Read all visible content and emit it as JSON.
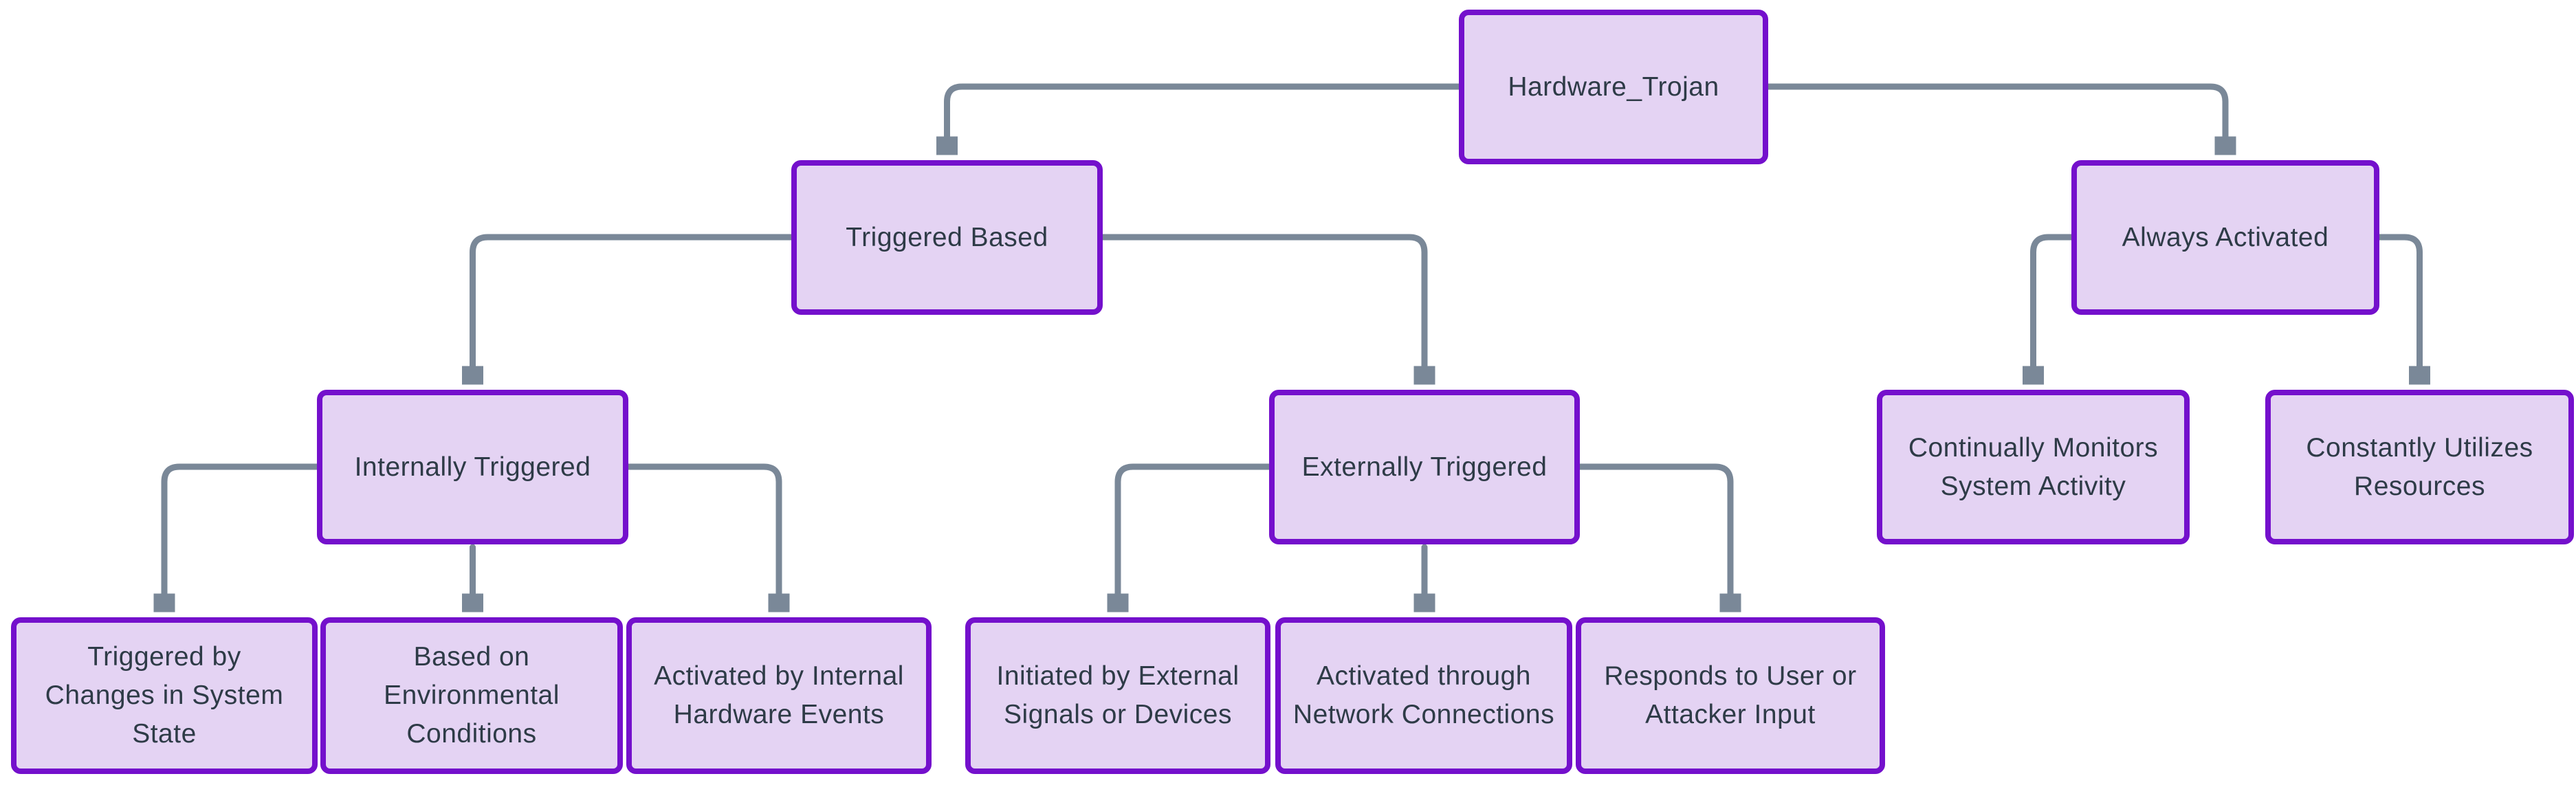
{
  "diagram": {
    "type": "flowchart-top-down",
    "colors": {
      "background": "#ffffff",
      "node_fill": "#e4d3f3",
      "node_border": "#7410cc",
      "edge": "#7a8898",
      "text": "#2e3b47"
    },
    "nodes": {
      "hardware_trojan": {
        "label": "Hardware_Trojan"
      },
      "triggered_based": {
        "label": "Triggered Based"
      },
      "always_activated": {
        "label": "Always Activated"
      },
      "internally_triggered": {
        "label": "Internally Triggered"
      },
      "externally_triggered": {
        "label": "Externally Triggered"
      },
      "continually_monitors": {
        "label": "Continually Monitors\nSystem Activity"
      },
      "constantly_utilizes": {
        "label": "Constantly Utilizes\nResources"
      },
      "triggered_by_changes": {
        "label": "Triggered by\nChanges in System\nState"
      },
      "based_on_environmental": {
        "label": "Based on\nEnvironmental\nConditions"
      },
      "activated_by_internal": {
        "label": "Activated by Internal\nHardware Events"
      },
      "initiated_by_external": {
        "label": "Initiated by External\nSignals or Devices"
      },
      "activated_through_network": {
        "label": "Activated through\nNetwork Connections"
      },
      "responds_to_user": {
        "label": "Responds to User or\nAttacker Input"
      }
    },
    "edges": [
      {
        "from": "Hardware_Trojan",
        "to": "Triggered Based"
      },
      {
        "from": "Hardware_Trojan",
        "to": "Always Activated"
      },
      {
        "from": "Triggered Based",
        "to": "Internally Triggered"
      },
      {
        "from": "Triggered Based",
        "to": "Externally Triggered"
      },
      {
        "from": "Always Activated",
        "to": "Continually Monitors System Activity"
      },
      {
        "from": "Always Activated",
        "to": "Constantly Utilizes Resources"
      },
      {
        "from": "Internally Triggered",
        "to": "Triggered by Changes in System State"
      },
      {
        "from": "Internally Triggered",
        "to": "Based on Environmental Conditions"
      },
      {
        "from": "Internally Triggered",
        "to": "Activated by Internal Hardware Events"
      },
      {
        "from": "Externally Triggered",
        "to": "Initiated by External Signals or Devices"
      },
      {
        "from": "Externally Triggered",
        "to": "Activated through Network Connections"
      },
      {
        "from": "Externally Triggered",
        "to": "Responds to User or Attacker Input"
      }
    ]
  }
}
